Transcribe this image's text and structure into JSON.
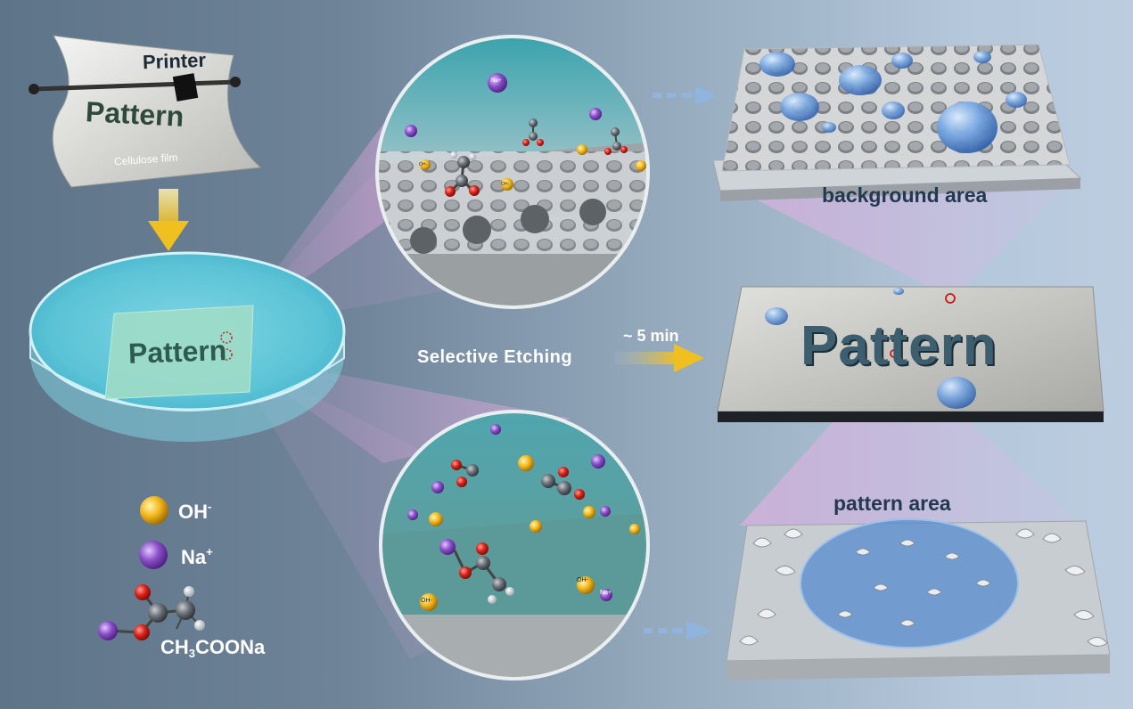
{
  "printer": {
    "label": "Printer",
    "paper_text": "Pattern",
    "film_label": "Cellulose film"
  },
  "dish": {
    "text": "Pattern"
  },
  "process": {
    "label": "Selective Etching",
    "time": "~ 5 min"
  },
  "result": {
    "text": "Pattern"
  },
  "areas": {
    "background": "background area",
    "pattern": "pattern area"
  },
  "legend": {
    "oh": {
      "base": "OH",
      "sup": "-"
    },
    "na": {
      "base": "Na",
      "sup": "+"
    },
    "acetate": {
      "p1": "CH",
      "s1": "3",
      "p2": "COONa"
    }
  },
  "ions": {
    "na": "Na+",
    "oh": "OH-"
  },
  "colors": {
    "oh": "#f2b81f",
    "na": "#8a4fc7",
    "oxygen": "#d8221a",
    "carbon": "#555a60",
    "water": "#5d8fd0",
    "dish": "#4ec3d6"
  }
}
